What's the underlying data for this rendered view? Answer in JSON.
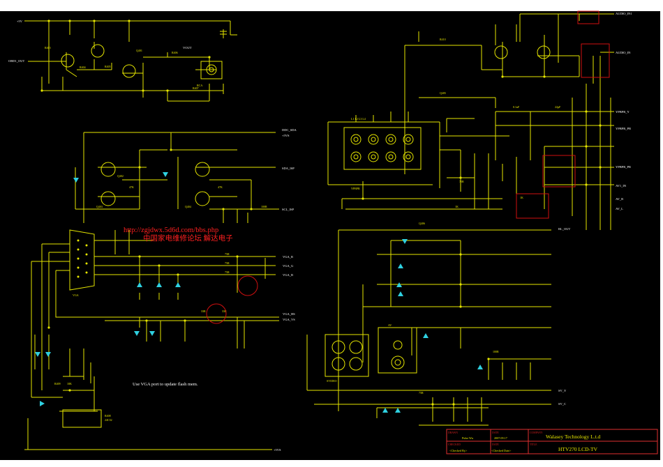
{
  "url_watermark": "http://zgjdwx.5d6d.com/bbs.php",
  "cn_watermark": "中国家电维修论坛  解达电子",
  "note": "Use VGA port to update flash mem.",
  "title_block": {
    "drawn_label": "DRAWN",
    "drawn_by": "Pulse Wu",
    "date_label": "DATE",
    "date": "2007.09.17",
    "company_label": "COMPANY",
    "company": "Walasey Technology L.t.d",
    "checked_label": "CHECKED",
    "checked_by": "<Checked By>",
    "checked_date_label": "DATE",
    "checked_date": "<Checked Date>",
    "title_label": "TITLE",
    "title": "HTV270 LCD-TV"
  },
  "nets": {
    "top_left": "+5V",
    "obd": "OBD1_OUT",
    "vout": "VOUT",
    "ddc_sda": "DDC_SDA",
    "ddc_5v": "+5VS",
    "sda_isp": "SDA_ISP",
    "scl_isp": "SCL_ISP",
    "vga_r": "VGA_R",
    "vga_g": "VGA_G",
    "vga_b": "VGA_B",
    "vga_hs": "VGA_HS",
    "vga_vs": "VGA_VS",
    "audio_top": "AUDIO_IN1",
    "audio_in": "AUDIO_IN",
    "ypbpr_y": "YPBPR_Y",
    "ypbpr_pb": "YPBPR_PB",
    "ypbpr_pr": "YPBPR_PR",
    "av1": "AV1_IN",
    "av_r": "AV_R",
    "av_l": "AV_L",
    "right_out": "RL_OUT",
    "sv_y": "SV_Y",
    "sv_c": "SV_C",
    "bottom": "+5VS"
  },
  "connectors": {
    "rca_block": "L1  L2  L3  L4",
    "jp_rca": "RCA",
    "vga_con": "VGA",
    "ypbpr_con": "YPBPR",
    "av_con": "AV",
    "sv_con": "SVIDEO",
    "eeprom": "24C32"
  },
  "refs": {
    "r_a": "R403",
    "r_b": "R404",
    "r_c": "R405",
    "r_d": "R406",
    "r_e": "R407",
    "r_f": "R408",
    "r_g": "R409",
    "r_h": "R410",
    "q_a": "Q401",
    "q_b": "Q402",
    "q_c": "Q403",
    "q_d": "Q404",
    "q_e": "Q405",
    "q_f": "Q406",
    "v_a": "47K",
    "v_b": "10K",
    "v_c": "75R",
    "v_d": "100R",
    "v_e": "1K",
    "v_f": "0.1uF",
    "v_g": "22pF",
    "v_h": "33R"
  }
}
